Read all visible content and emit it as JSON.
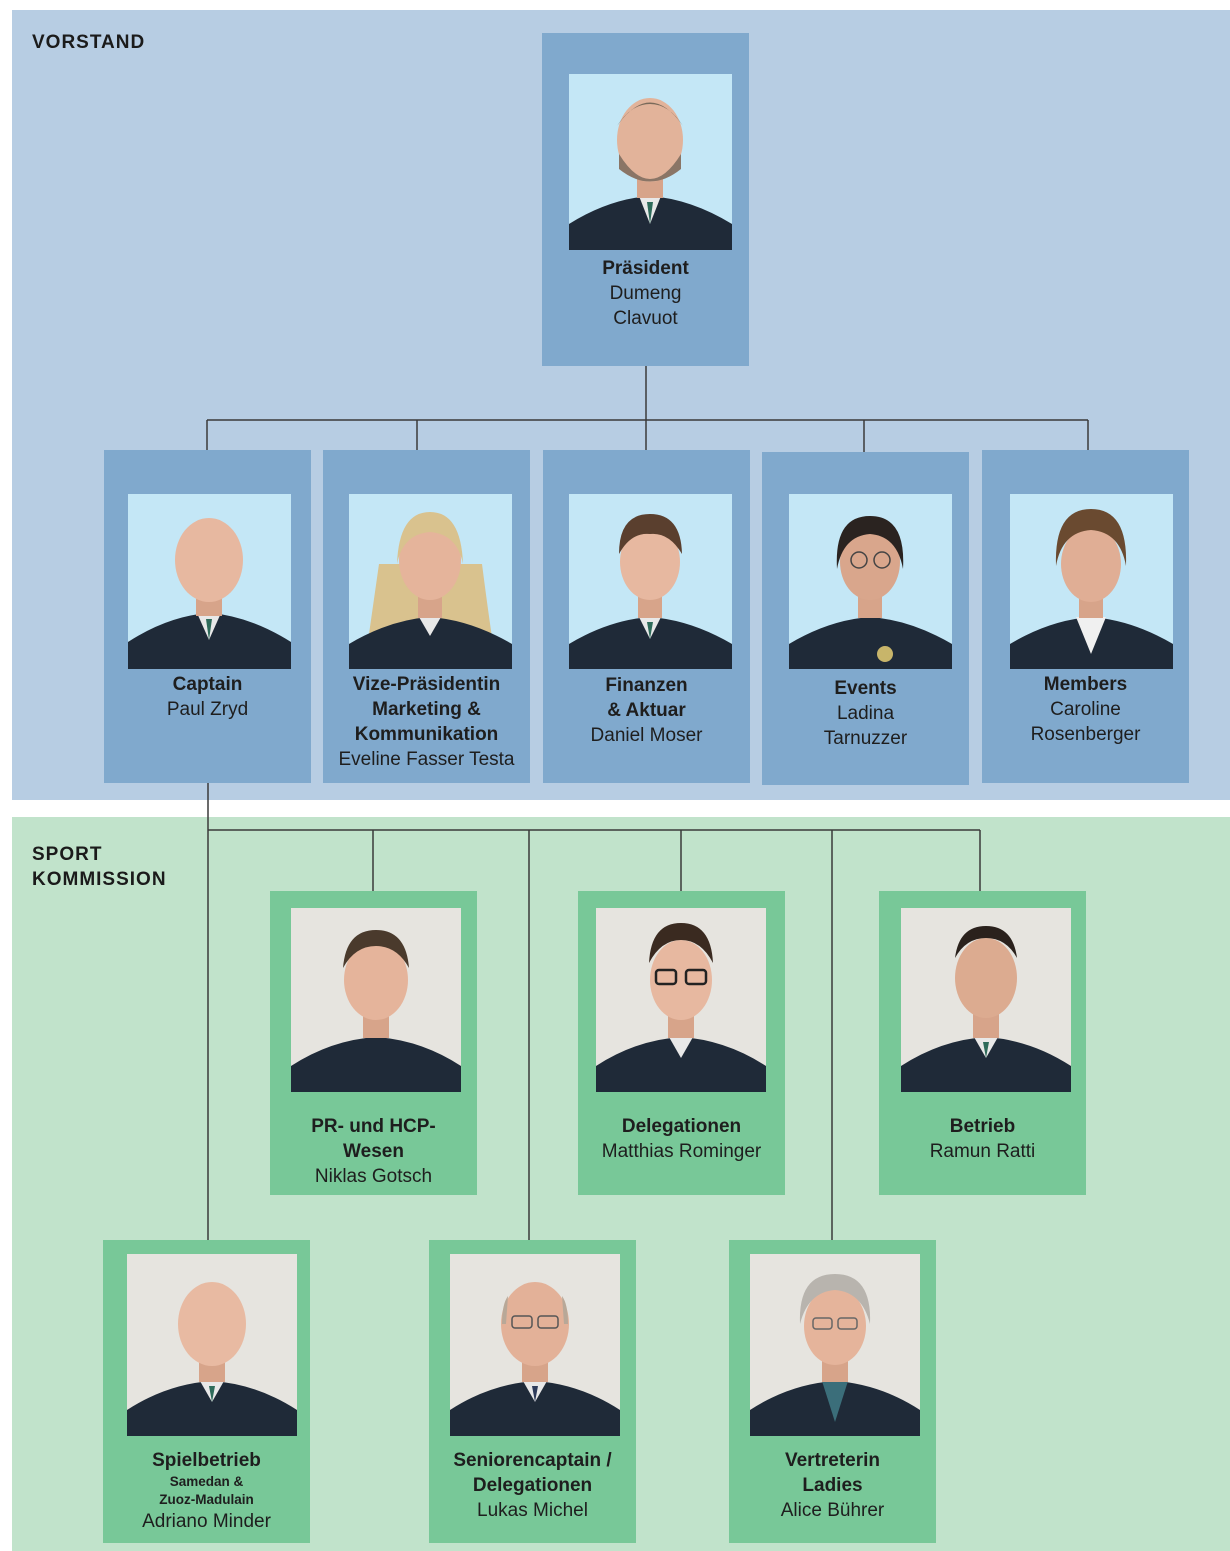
{
  "colors": {
    "vorstand_bg": "#b7cde3",
    "vorstand_card": "#80a9cd",
    "vorstand_photo_bg": "#c4e7f6",
    "sport_bg": "#c1e3cb",
    "sport_card": "#78c898",
    "sport_photo_bg": "#e6e4df",
    "line": "#3a3a3a",
    "jacket": "#1f2a38",
    "skin": "#e2b39a"
  },
  "sections": {
    "vorstand": {
      "label": "VORSTAND"
    },
    "sport": {
      "label": "SPORT\nKOMMISSION"
    }
  },
  "vorstand": {
    "president": {
      "role": "Präsident",
      "name": "Dumeng\nClavuot"
    },
    "members": [
      {
        "role": "Captain",
        "name": "Paul Zryd"
      },
      {
        "role": "Vize-Präsidentin\nMarketing &\nKommunikation",
        "name": "Eveline Fasser Testa"
      },
      {
        "role": "Finanzen\n& Aktuar",
        "name": "Daniel Moser"
      },
      {
        "role": "Events",
        "name": "Ladina\nTarnuzzer"
      },
      {
        "role": "Members",
        "name": "Caroline\nRosenberger"
      }
    ]
  },
  "sport": {
    "row1": [
      {
        "role": "PR- und HCP-\nWesen",
        "name": "Niklas Gotsch"
      },
      {
        "role": "Delegationen",
        "name": "Matthias Rominger"
      },
      {
        "role": "Betrieb",
        "name": "Ramun Ratti"
      }
    ],
    "row2": [
      {
        "role": "Spielbetrieb",
        "sub": "Samedan &\nZuoz-Madulain",
        "name": "Adriano Minder"
      },
      {
        "role": "Seniorencaptain /\nDelegationen",
        "name": "Lukas Michel"
      },
      {
        "role": "Vertreterin\nLadies",
        "name": "Alice Bührer"
      }
    ]
  }
}
